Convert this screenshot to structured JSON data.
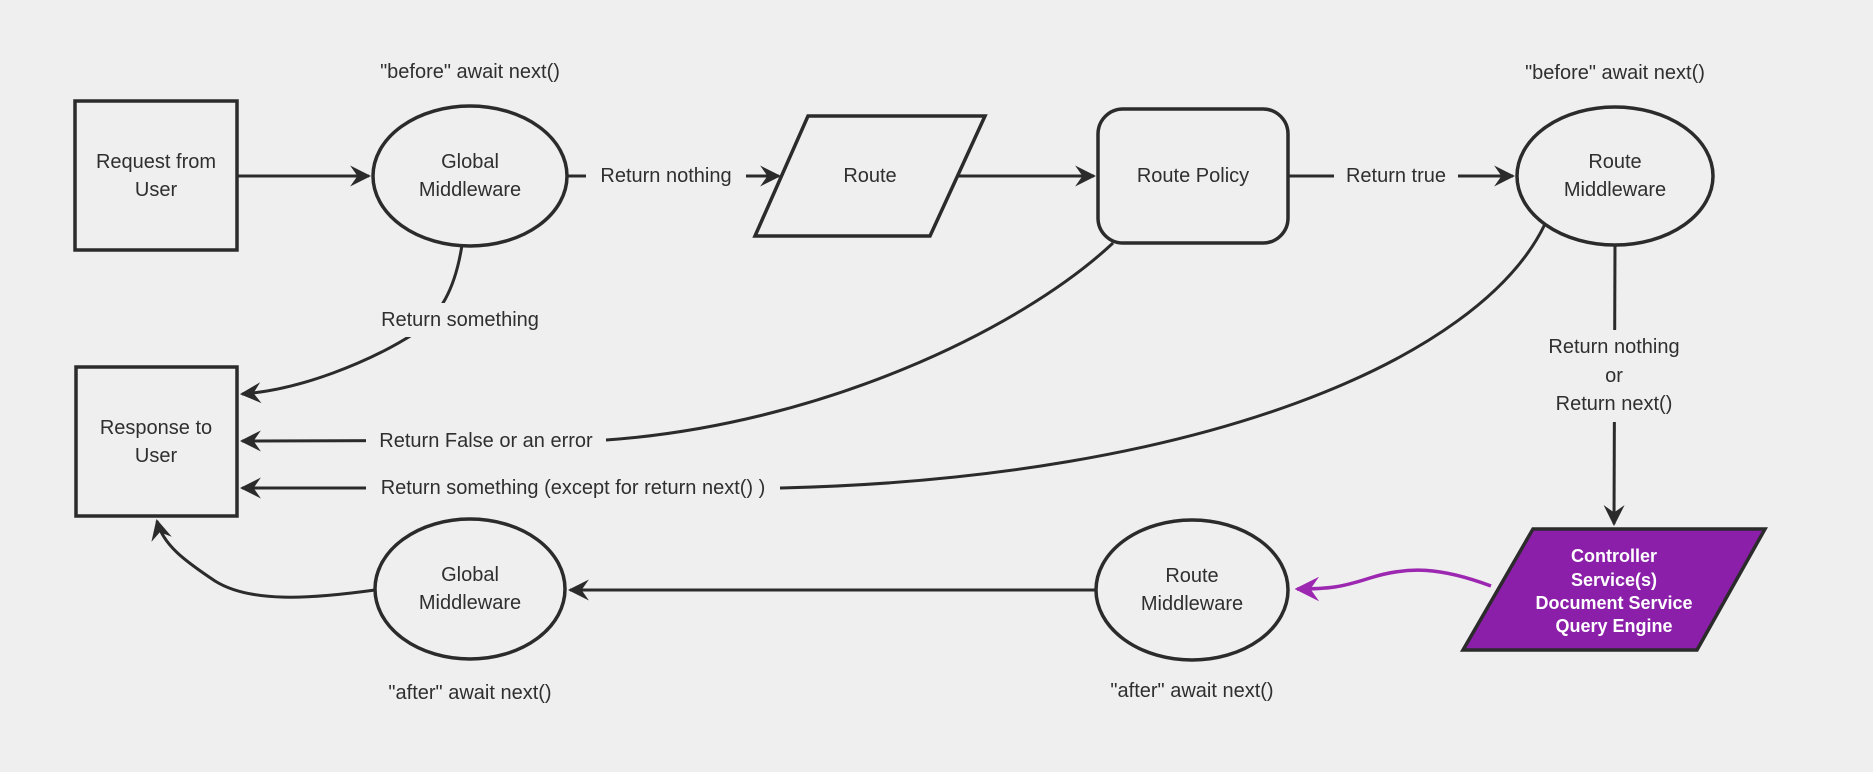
{
  "diagram": {
    "theme": {
      "background": "#efefef",
      "line_color": "#2b2b2b",
      "text_color": "#2f2f2f",
      "purple_fill": "#8b1fa9",
      "purple_arrow": "#9c27b0"
    },
    "nodes": {
      "request": {
        "line1": "Request from",
        "line2": "User"
      },
      "global_middleware_top": {
        "line1": "Global",
        "line2": "Middleware"
      },
      "route": {
        "label": "Route"
      },
      "route_policy": {
        "label": "Route Policy"
      },
      "route_middleware_top": {
        "line1": "Route",
        "line2": "Middleware"
      },
      "response": {
        "line1": "Response to",
        "line2": "User"
      },
      "controller": {
        "line1": "Controller",
        "line2": "Service(s)",
        "line3": "Document Service",
        "line4": "Query Engine"
      },
      "route_middleware_bottom": {
        "line1": "Route",
        "line2": "Middleware"
      },
      "global_middleware_bottom": {
        "line1": "Global",
        "line2": "Middleware"
      }
    },
    "edge_labels": {
      "return_nothing": "Return nothing",
      "return_true": "Return true",
      "return_something": "Return something",
      "return_false_or_error": "Return False or an error",
      "return_something_except": "Return something (except for return next() )",
      "return_nothing_or_next_line1": "Return nothing",
      "return_nothing_or_next_line2": "or",
      "return_nothing_or_next_line3": "Return next()"
    },
    "annotations": {
      "before_await_left": "\"before\" await next()",
      "before_await_right": "\"before\" await next()",
      "after_await_left": "\"after\" await next()",
      "after_await_right": "\"after\" await next()"
    }
  }
}
